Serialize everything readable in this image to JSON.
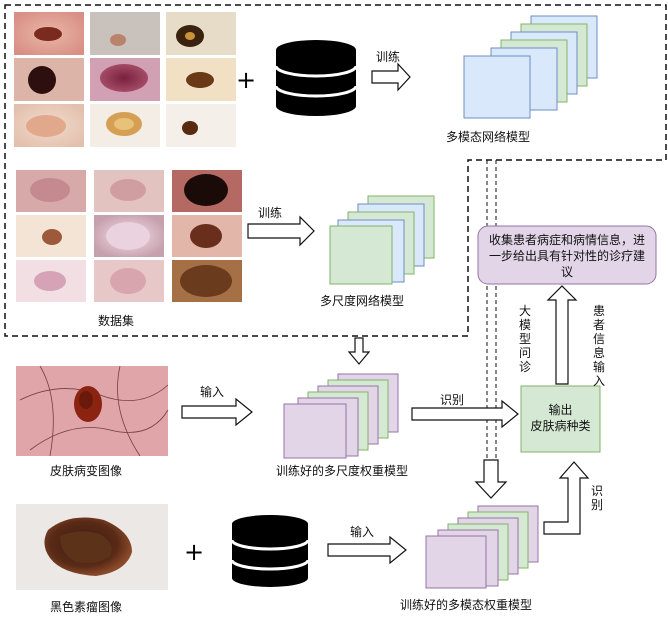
{
  "labels": {
    "train_1": "训练",
    "train_2": "训练",
    "multimodal_model": "多模态网络模型",
    "multiscale_model": "多尺度网络模型",
    "dataset": "数据集",
    "lesion_image": "皮肤病变图像",
    "melanoma_image": "黑色素瘤图像",
    "input_1": "输入",
    "input_2": "输入",
    "identify_1": "识别",
    "identify_2": "识别",
    "trained_multiscale": "训练好的多尺度权重模型",
    "trained_multimodal": "训练好的多模态权重模型",
    "output_box": "输出\n皮肤病种类",
    "advice_box": "收集患者病症和病情信息，进一步给出具有针对性的诊疗建议",
    "llm_consult": "大模型问诊",
    "patient_info": "患者信息输入",
    "plus_1": "+",
    "plus_2": "+"
  },
  "colors": {
    "stack_blue": "#dae8fc",
    "stack_green": "#d5e8d4",
    "stack_purple": "#e1d5e7",
    "output_fill": "#d5e8d4",
    "advice_fill": "#e1d5e7"
  },
  "icons": [
    "database-icon",
    "skin-lesion-thumbnail",
    "arrow-icon"
  ]
}
